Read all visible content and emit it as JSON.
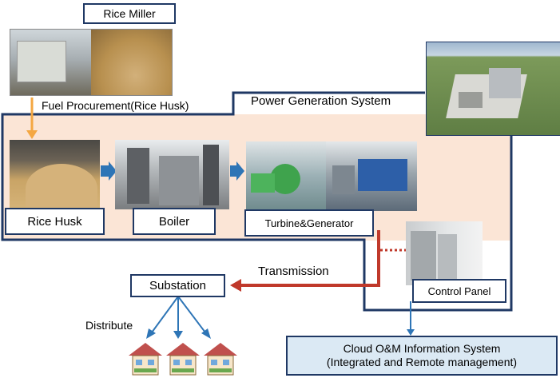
{
  "rice_miller": {
    "label": "Rice Miller"
  },
  "fuel_procurement": {
    "label": "Fuel Procurement(Rice Husk)"
  },
  "power_generation": {
    "label": "Power Generation System"
  },
  "rice_husk": {
    "label": "Rice Husk"
  },
  "boiler": {
    "label": "Boiler"
  },
  "turbine": {
    "label": "Turbine&Generator"
  },
  "control_panel": {
    "label": "Control Panel"
  },
  "transmission": {
    "label": "Transmission"
  },
  "substation": {
    "label": "Substation"
  },
  "distribute": {
    "label": "Distribute"
  },
  "cloud": {
    "line1": "Cloud O&M Information System",
    "line2": "(Integrated and Remote management)"
  },
  "colors": {
    "frame": "#1f3864",
    "zone": "#fbe5d6",
    "orange": "#f4a742",
    "red": "#c0392b",
    "blue": "#2e75b6",
    "cloud_fill": "#dbe9f4"
  }
}
